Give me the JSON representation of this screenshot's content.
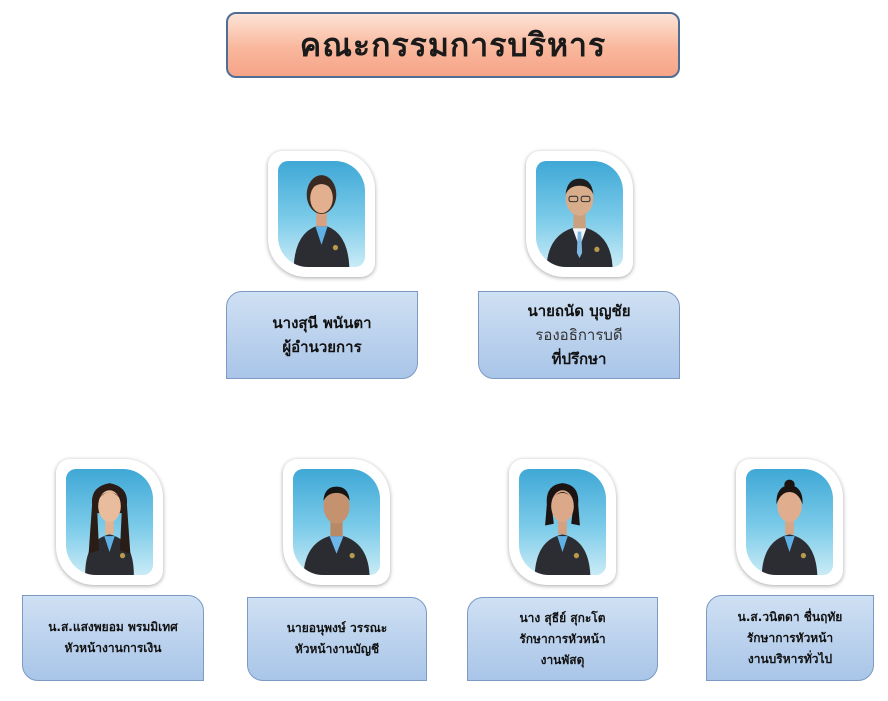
{
  "title": "คณะกรรมการบริหาร",
  "top_row": [
    {
      "lines": [
        "นางสุนี พนันตา",
        "ผู้อำนวยการ"
      ],
      "photo": "woman-portrait"
    },
    {
      "lines": [
        "นายถนัด บุญชัย",
        "รองอธิการบดี",
        "ที่ปรึกษา"
      ],
      "photo": "man-portrait"
    }
  ],
  "bottom_row": [
    {
      "lines": [
        "น.ส.แสงพยอม พรมมิเทศ",
        "หัวหน้างานการเงิน"
      ],
      "photo": "woman-portrait"
    },
    {
      "lines": [
        "นายอนุพงษ์  วรรณะ",
        "หัวหน้างานบัญชี"
      ],
      "photo": "man-portrait"
    },
    {
      "lines": [
        "นาง สุธีย์ สุกะโต",
        "รักษาการหัวหน้า",
        "งานพัสดุ"
      ],
      "photo": "woman-portrait"
    },
    {
      "lines": [
        "น.ส.วนิตดา ชื่นฤทัย",
        "รักษาการหัวหน้า",
        "งานบริหารทั่วไป"
      ],
      "photo": "woman-portrait"
    }
  ]
}
